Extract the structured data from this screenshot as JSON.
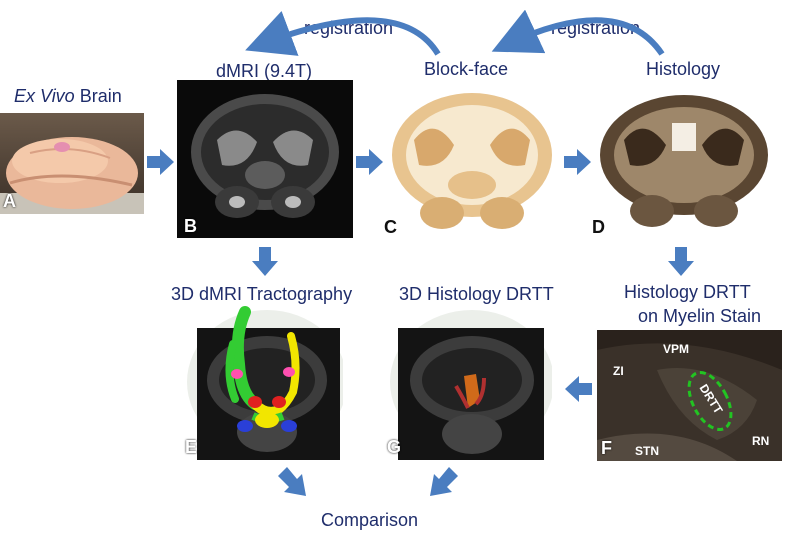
{
  "title_a_italic": "Ex Vivo",
  "title_a_rest": " Brain",
  "title_b": "dMRI (9.4T)",
  "title_c": "Block-face",
  "title_d": "Histology",
  "title_e": "3D dMRI Tractography",
  "title_g": "3D Histology DRTT",
  "title_f_line1": "Histology DRTT",
  "title_f_line2": "on Myelin Stain",
  "registration_left": "registration",
  "registration_right": "registration",
  "comparison": "Comparison",
  "panel_letters": {
    "a": "A",
    "b": "B",
    "c": "C",
    "d": "D",
    "e": "E",
    "f": "F",
    "g": "G"
  },
  "myelin_labels": {
    "vpm": "VPM",
    "zi": "ZI",
    "drtt": "DRTT",
    "rn": "RN",
    "stn": "STN"
  },
  "colors": {
    "text": "#1f2d6b",
    "arrow": "#4a7dc0",
    "tract_green": "#33cc33",
    "tract_yellow": "#f2e600",
    "tract_red": "#e02020",
    "tract_blue": "#2a3fd8",
    "tract_pink": "#ff4fb0",
    "histology_tract": "#d06a1a"
  }
}
